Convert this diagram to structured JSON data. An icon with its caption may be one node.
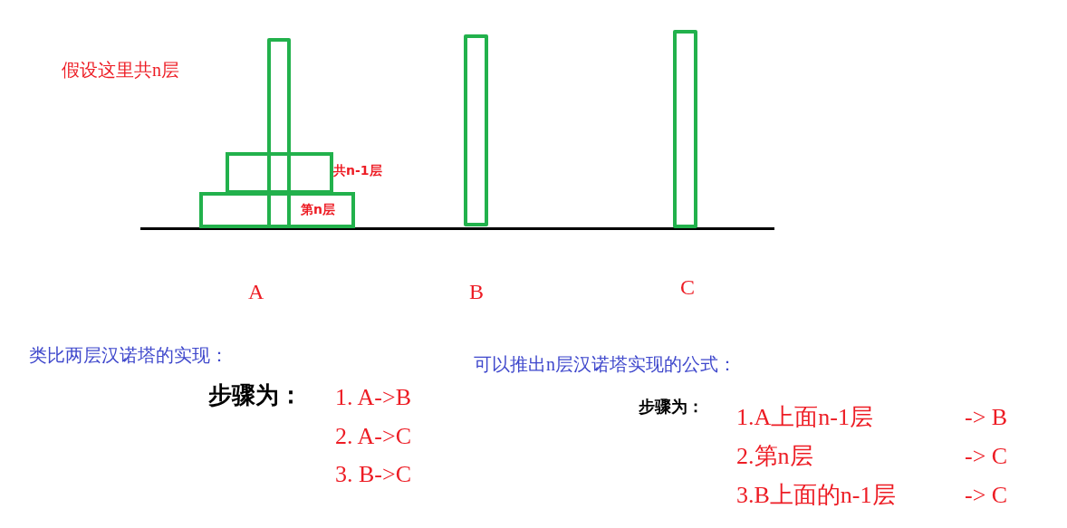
{
  "diagram": {
    "nodes": [
      {
        "text": [],
        "shape": "bar"
      },
      {
        "text": [],
        "shape": "box",
        "beside": [
          "共n-1层"
        ]
      },
      {
        "text": [
          "第n层"
        ]
      },
      {
        "text": [],
        "shape": "bar"
      },
      {
        "text": [],
        "shape": "bar"
      }
    ],
    "labels": [
      "假设这里共n层",
      "A",
      "B",
      "C",
      "类比两层汉诺塔的实现：",
      "步骤为：",
      "1. A->B",
      "2. A->C",
      "3. B->C",
      "可以推出n层汉诺塔实现的公式：",
      "步骤为：",
      "1.A上面n-1层",
      "-> B",
      "2.第n层",
      "-> C",
      "3.B上面的n-1层",
      "-> C"
    ]
  }
}
